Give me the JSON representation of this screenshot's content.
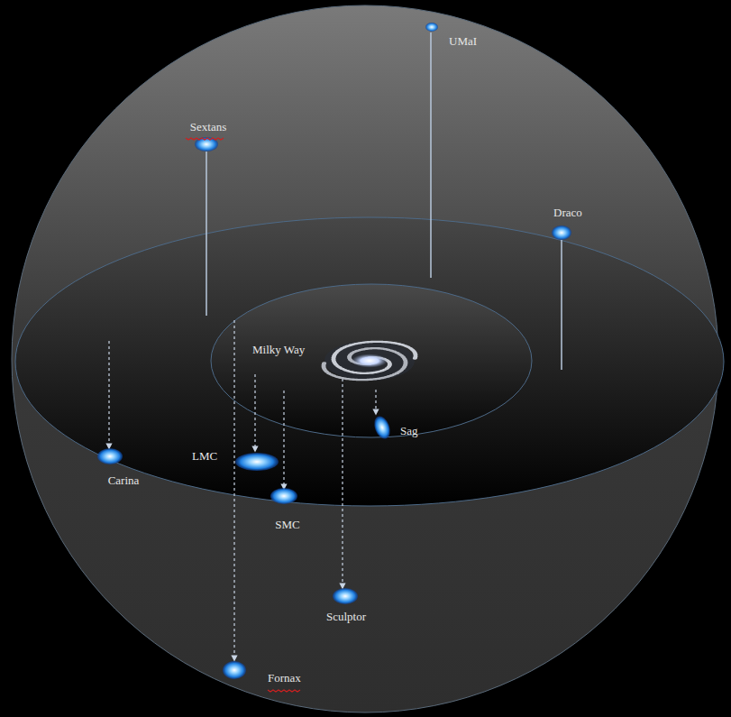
{
  "diagram": {
    "labels": [
      "UMaI",
      "Sextans",
      "Draco",
      "Milky Way",
      "Sag",
      "LMC",
      "Carina",
      "SMC",
      "Sculptor",
      "Fornax"
    ]
  }
}
